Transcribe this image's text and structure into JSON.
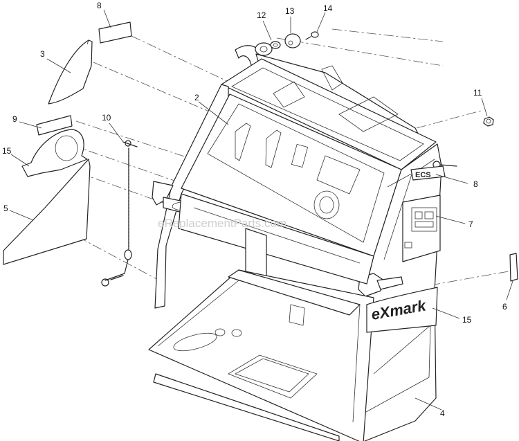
{
  "callouts": [
    {
      "id": "c8a",
      "label": "8"
    },
    {
      "id": "c3",
      "label": "3"
    },
    {
      "id": "c12",
      "label": "12"
    },
    {
      "id": "c13",
      "label": "13"
    },
    {
      "id": "c14",
      "label": "14"
    },
    {
      "id": "c2",
      "label": "2"
    },
    {
      "id": "c11",
      "label": "11"
    },
    {
      "id": "c9",
      "label": "9"
    },
    {
      "id": "c10",
      "label": "10"
    },
    {
      "id": "c15a",
      "label": "15"
    },
    {
      "id": "c8b",
      "label": "8"
    },
    {
      "id": "c5",
      "label": "5"
    },
    {
      "id": "c7",
      "label": "7"
    },
    {
      "id": "c6",
      "label": "6"
    },
    {
      "id": "c15b",
      "label": "15"
    },
    {
      "id": "c4",
      "label": "4"
    }
  ],
  "decals": {
    "ecs": "ECS",
    "brand": "eXmark"
  },
  "watermark": "eReplacementParts.com"
}
